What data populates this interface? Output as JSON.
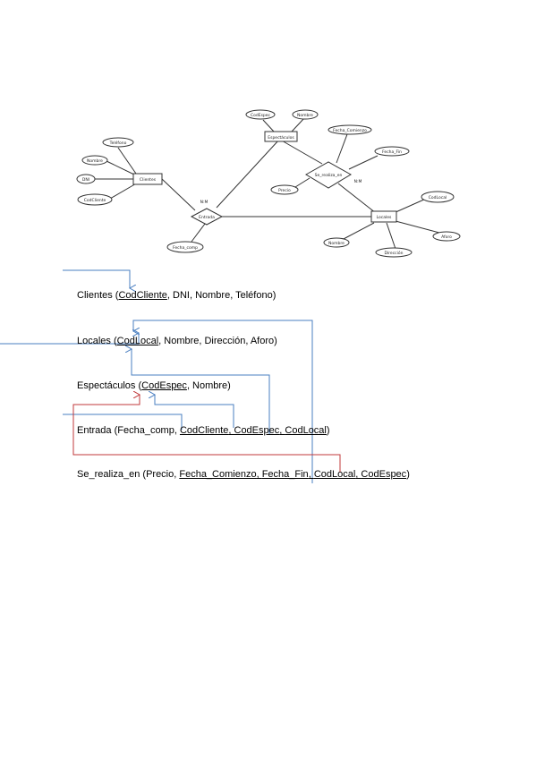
{
  "er": {
    "entities": {
      "clientes": "Clientes",
      "espectaculos": "Espectáculos",
      "locales": "Locales"
    },
    "relationships": {
      "entrada": "Entrada",
      "se_realiza": "Se_realiza_en"
    },
    "attributes": {
      "cli_telefono": "Teléfono",
      "cli_nombre": "Nombre",
      "cli_dni": "DNI",
      "cli_cod": "CodCliente",
      "esp_cod": "CodEspec",
      "esp_nombre": "Nombre",
      "loc_codlocal": "CodLocal",
      "loc_direccion": "Dirección",
      "loc_aforo": "Aforo",
      "loc_nombre": "Nombre",
      "ent_fecha": "Fecha_comp",
      "rea_fecha_ini": "Fecha_Comienzo",
      "rea_fecha_fin": "Fecha_Fin",
      "rea_precio": "Precio"
    },
    "cardinalities": {
      "entrada": "N:M",
      "se_realiza": "N:M"
    }
  },
  "schema": {
    "clientes": {
      "name": "Clientes",
      "open": " (",
      "k1": "CodCliente",
      "rest": ", DNI, Nombre, Teléfono)"
    },
    "locales": {
      "name": "Locales",
      "open": " (",
      "k1": "CodLocal",
      "rest": ", Nombre, Dirección, Aforo)"
    },
    "espectaculos": {
      "name": "Espectáculos",
      "open": " (",
      "k1": "CodEspec",
      "rest": ", Nombre)"
    },
    "entrada": {
      "name": "Entrada",
      "open": " (Fecha_comp, ",
      "k1": "CodCliente",
      "sep1": ", ",
      "k2": "CodEspec",
      "sep2": ", ",
      "k3": "CodLocal",
      "close": ")"
    },
    "se_realiza": {
      "name": "Se_realiza_en",
      "open": " (Precio, ",
      "k1": "Fecha_Comienzo",
      "sep1": ", ",
      "k2": "Fecha_Fin",
      "sep2": ", ",
      "k3": "CodLocal",
      "sep3": ", ",
      "k4": "CodEspec",
      "close": ")"
    }
  },
  "colors": {
    "fk_blue": "#4a7fc1",
    "fk_red": "#c0393b",
    "diagram_line": "#333333"
  }
}
